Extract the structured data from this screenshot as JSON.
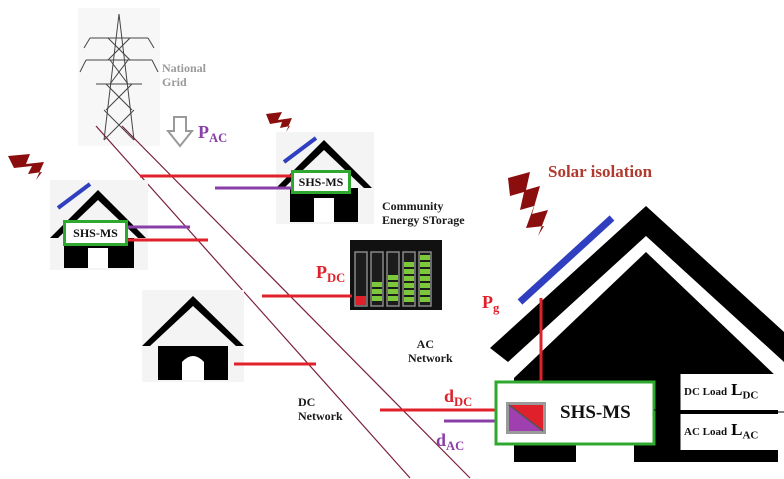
{
  "labels": {
    "grid_line1": "National",
    "grid_line2": "Grid",
    "p_ac_main": "P",
    "p_ac_sub": "AC",
    "community_line1": "Community",
    "community_line2": "Energy STorage",
    "p_dc_main": "P",
    "p_dc_sub": "DC",
    "ac_network_line1": "AC",
    "ac_network_line2": "Network",
    "dc_network_line1": "DC",
    "dc_network_line2": "Network",
    "solar": "Solar isolation",
    "p_g_main": "P",
    "p_g_sub": "g",
    "d_dc_main": "d",
    "d_dc_sub": "DC",
    "d_ac_main": "d",
    "d_ac_sub": "AC",
    "shs_ms": "SHS-MS",
    "dc_load_text": "DC Load",
    "dc_load_sym": "L",
    "dc_load_sub": "DC",
    "ac_load_text": "AC Load",
    "ac_load_sym": "L",
    "ac_load_sub": "AC"
  },
  "colors": {
    "ac_line": "#e0202a",
    "dc_line": "#8a3fa8",
    "panel": "#2f3fbf",
    "box": "#2fa82f",
    "house": "#000000",
    "battery": "#7cc83a"
  }
}
